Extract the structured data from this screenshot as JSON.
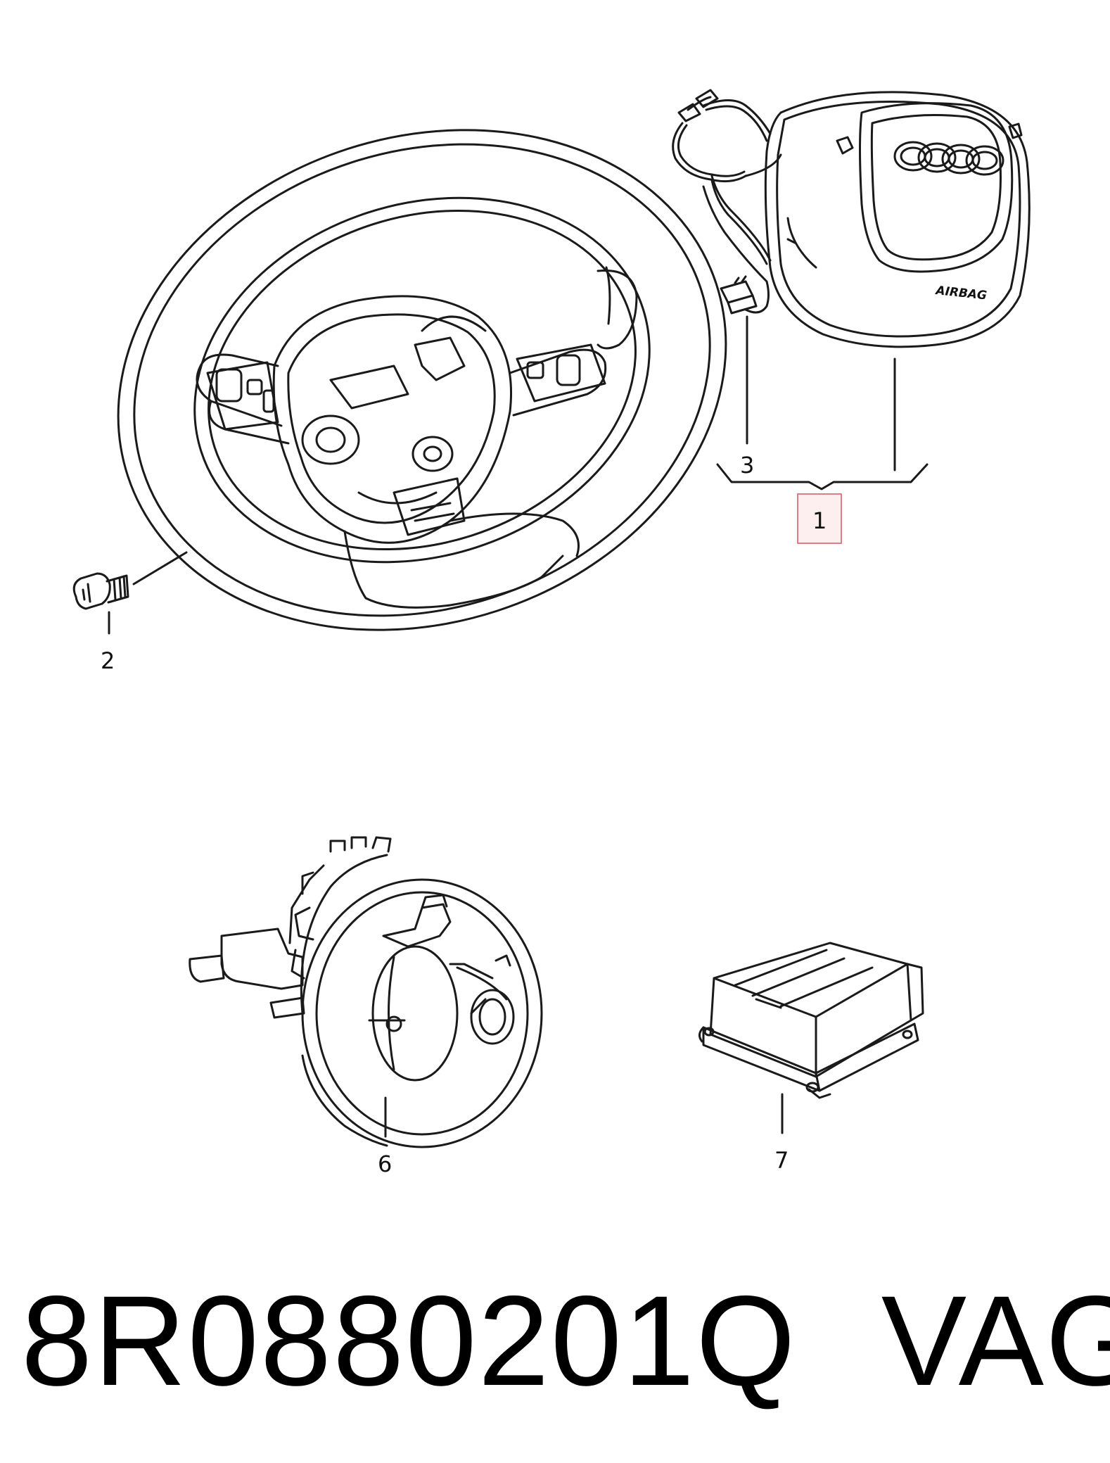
{
  "callouts": {
    "c1": "1",
    "c2": "2",
    "c3": "3",
    "c6": "6",
    "c7": "7"
  },
  "airbag_label": "AIRBAG",
  "part_number": "8R0880201Q",
  "brand": "VAG",
  "colors": {
    "line": "#1a1a1a",
    "highlight": "#e07a86",
    "highlight_fill": "#fdeef0"
  }
}
